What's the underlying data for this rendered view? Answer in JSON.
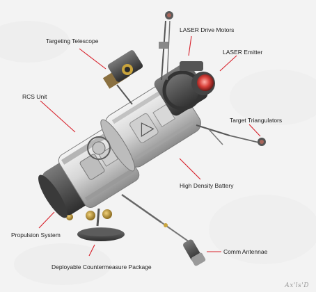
{
  "labels": {
    "targeting_telescope": "Targeting Telescope",
    "laser_drive_motors": "LASER Drive Motors",
    "laser_emitter": "LASER Emitter",
    "rcs_unit": "RCS Unit",
    "target_triangulators": "Target Triangulators",
    "high_density_battery": "High Density Battery",
    "propulsion_system": "Propulsion System",
    "comm_antennae": "Comm Antennae",
    "deployable_countermeasure_package": "Deployable Countermeasure Package"
  },
  "signature": "Ax'ls'D",
  "colors": {
    "leader_line": "#d8202a",
    "background": "#f3f3f3",
    "hull": "#d9d9d9",
    "emitter_glow": "#d8403a"
  }
}
